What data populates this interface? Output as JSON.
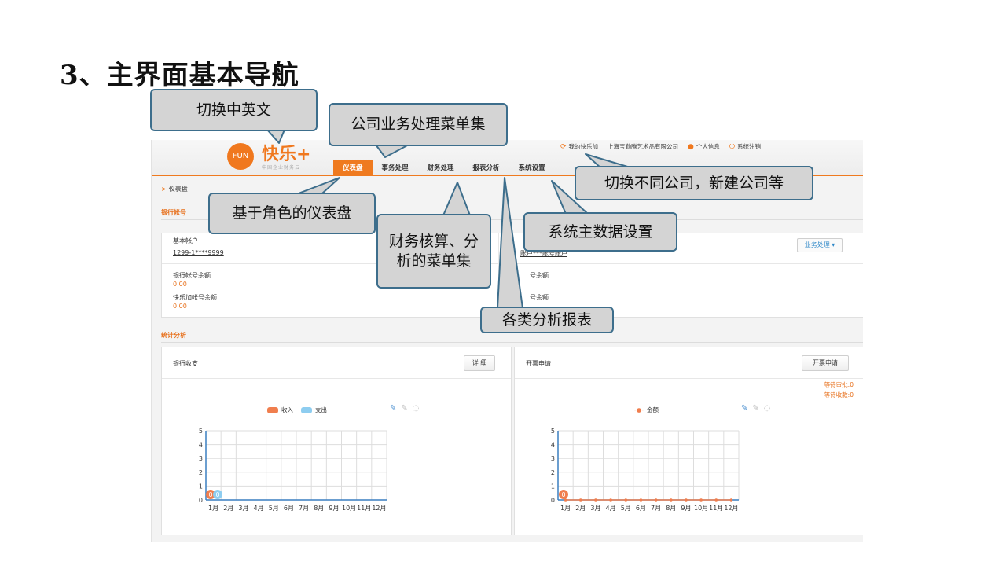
{
  "slide": {
    "title": "3、主界面基本导航"
  },
  "app": {
    "logo_badge": "FUN",
    "logo_text": "快乐+",
    "logo_sub": "中国企业财务云",
    "top_links": [
      "我的快乐加",
      "上海宝勤腾艺术品有限公司",
      "个人信息",
      "系统注销"
    ],
    "nav": [
      "仪表盘",
      "事务处理",
      "财务处理",
      "报表分析",
      "系统设置"
    ],
    "active_nav": "仪表盘",
    "breadcrumb": "仪表盘",
    "accent": "#ef7a1f"
  },
  "bank": {
    "section": "银行帐号",
    "basic_account_label": "基本帐户",
    "basic_account_value": "1299-1****9999",
    "right_account_value": "账户***账号账户",
    "biz_button": "业务处理",
    "bank_balance_label": "银行帐号余额",
    "bank_balance_value": "0.00",
    "kl_balance_label": "快乐加帐号余额",
    "kl_balance_value": "0.00",
    "right_balance_label_1": "号余额",
    "right_balance_label_2": "号余额"
  },
  "stats": {
    "section": "统计分析",
    "left": {
      "title": "银行收支",
      "button": "详 细"
    },
    "right": {
      "title": "开票申请",
      "button": "开票申请",
      "pending_approve": "等待审批:0",
      "pending_receive": "等待收款:0"
    }
  },
  "chart_data": [
    {
      "type": "bar",
      "categories": [
        "1月",
        "2月",
        "3月",
        "4月",
        "5月",
        "6月",
        "7月",
        "8月",
        "9月",
        "10月",
        "11月",
        "12月"
      ],
      "series": [
        {
          "name": "收入",
          "color": "#f07e4e",
          "values": [
            0,
            0,
            0,
            0,
            0,
            0,
            0,
            0,
            0,
            0,
            0,
            0
          ]
        },
        {
          "name": "支出",
          "color": "#8ecdf0",
          "values": [
            0,
            0,
            0,
            0,
            0,
            0,
            0,
            0,
            0,
            0,
            0,
            0
          ]
        }
      ],
      "ylim": [
        0,
        5
      ],
      "yticks": [
        0,
        1,
        2,
        3,
        4,
        5
      ],
      "grid": true,
      "legend": "top-center",
      "point_labels": [
        "0",
        "0"
      ]
    },
    {
      "type": "line",
      "categories": [
        "1月",
        "2月",
        "3月",
        "4月",
        "5月",
        "6月",
        "7月",
        "8月",
        "9月",
        "10月",
        "11月",
        "12月"
      ],
      "series": [
        {
          "name": "金额",
          "color": "#f07e4e",
          "values": [
            0,
            0,
            0,
            0,
            0,
            0,
            0,
            0,
            0,
            0,
            0,
            0
          ]
        }
      ],
      "ylim": [
        0,
        5
      ],
      "yticks": [
        0,
        1,
        2,
        3,
        4,
        5
      ],
      "grid": true,
      "legend": "top-center",
      "point_labels": [
        "0"
      ]
    }
  ],
  "callouts": {
    "lang": "切换中英文",
    "company_menu": "公司业务处理菜单集",
    "switch_company": "切换不同公司，新建公司等",
    "role_dashboard": "基于角色的仪表盘",
    "finance_menu": "财务核算、分析的菜单集",
    "master_data": "系统主数据设置",
    "reports": "各类分析报表"
  }
}
